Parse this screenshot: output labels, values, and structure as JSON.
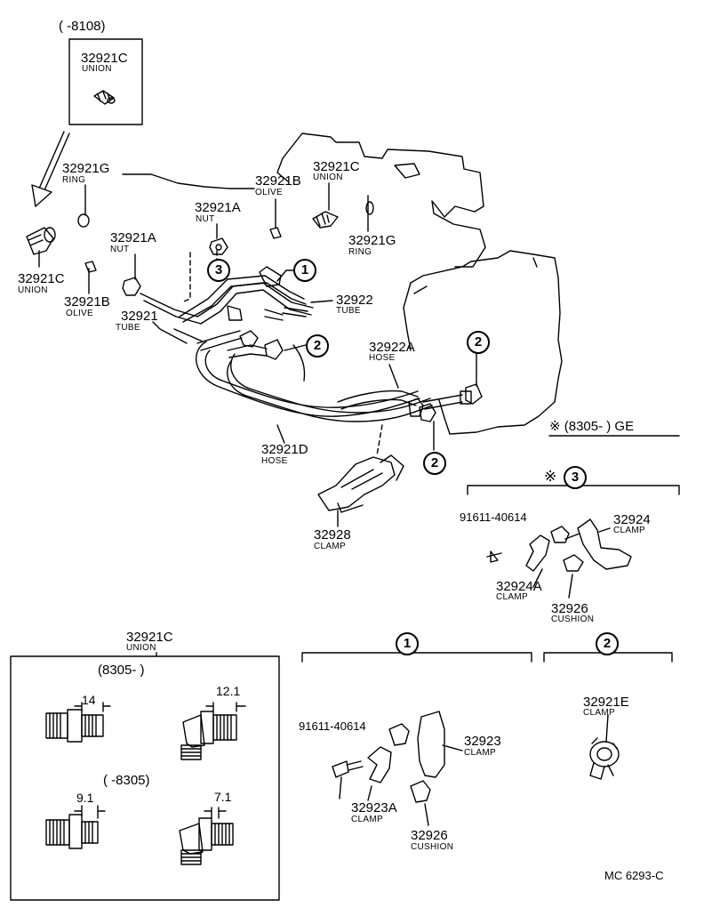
{
  "header_code": "(       -8108)",
  "callouts": {
    "c1": "1",
    "c2a": "2",
    "c2b": "2",
    "c2c": "2",
    "c3": "3"
  },
  "parts": {
    "inset_union_num": "32921C",
    "inset_union_name": "UNION",
    "ring_top_num": "32921G",
    "ring_top_name": "RING",
    "olive_top_num": "32921B",
    "olive_top_name": "OLIVE",
    "union_top_num": "32921C",
    "union_top_name": "UNION",
    "nut_a_num": "32921A",
    "nut_a_name": "NUT",
    "nut_b_num": "32921A",
    "nut_b_name": "NUT",
    "ring_right_num": "32921G",
    "ring_right_name": "RING",
    "union_left_num": "32921C",
    "union_left_name": "UNION",
    "olive_left_num": "32921B",
    "olive_left_name": "OLIVE",
    "tube_a_num": "32921",
    "tube_a_name": "TUBE",
    "tube_b_num": "32922",
    "tube_b_name": "TUBE",
    "hose_a_num": "32922A",
    "hose_a_name": "HOSE",
    "hose_d_num": "32921D",
    "hose_d_name": "HOSE",
    "clamp_28_num": "32928",
    "clamp_28_name": "CLAMP"
  },
  "ge_note": "※ (8305-        ) GE",
  "section3": {
    "title_mark": "※",
    "bolt_num": "91611-40614",
    "clamp24_num": "32924",
    "clamp24_name": "CLAMP",
    "clamp24a_num": "32924A",
    "clamp24a_name": "CLAMP",
    "cushion_num": "32926",
    "cushion_name": "CUSHION"
  },
  "union_box": {
    "title_num": "32921C",
    "title_name": "UNION",
    "period_new": "(8305-        )",
    "period_old": "(       -8305)",
    "dim_a": "14",
    "dim_b": "12.1",
    "dim_c": "9.1",
    "dim_d": "7.1"
  },
  "section1": {
    "bolt_num": "91611-40614",
    "clamp23_num": "32923",
    "clamp23_name": "CLAMP",
    "clamp23a_num": "32923A",
    "clamp23a_name": "CLAMP",
    "cushion_num": "32926",
    "cushion_name": "CUSHION"
  },
  "section2": {
    "clamp_num": "32921E",
    "clamp_name": "CLAMP"
  },
  "footer_code": "MC 6293-C"
}
